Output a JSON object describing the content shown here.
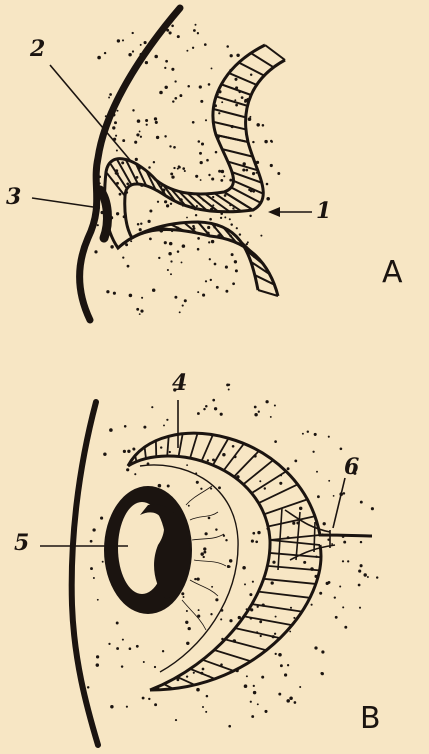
{
  "figure": {
    "panels": [
      {
        "id": "A",
        "label": "A",
        "callouts": [
          "1",
          "2",
          "3"
        ]
      },
      {
        "id": "B",
        "label": "B",
        "callouts": [
          "4",
          "5",
          "6"
        ]
      }
    ]
  },
  "colors": {
    "paper": "#f7e6c4",
    "ink": "#1b1410"
  }
}
